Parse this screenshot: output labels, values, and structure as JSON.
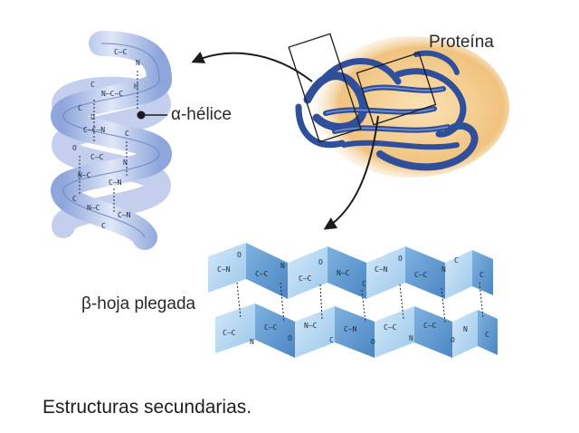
{
  "labels": {
    "protein": "Proteína",
    "alpha_helix": "α-hélice",
    "beta_sheet": "β-hoja plegada"
  },
  "caption": "Estructuras secundarias.",
  "colors": {
    "helix_ribbon": "#c5d3ee",
    "helix_edge": "#6b84c4",
    "sheet_light": "#b5d6ef",
    "sheet_dark": "#5f97cd",
    "protein_ribbon": "#2f4f9a",
    "protein_glow": "#e8b56a",
    "text": "#2a2a2a"
  }
}
